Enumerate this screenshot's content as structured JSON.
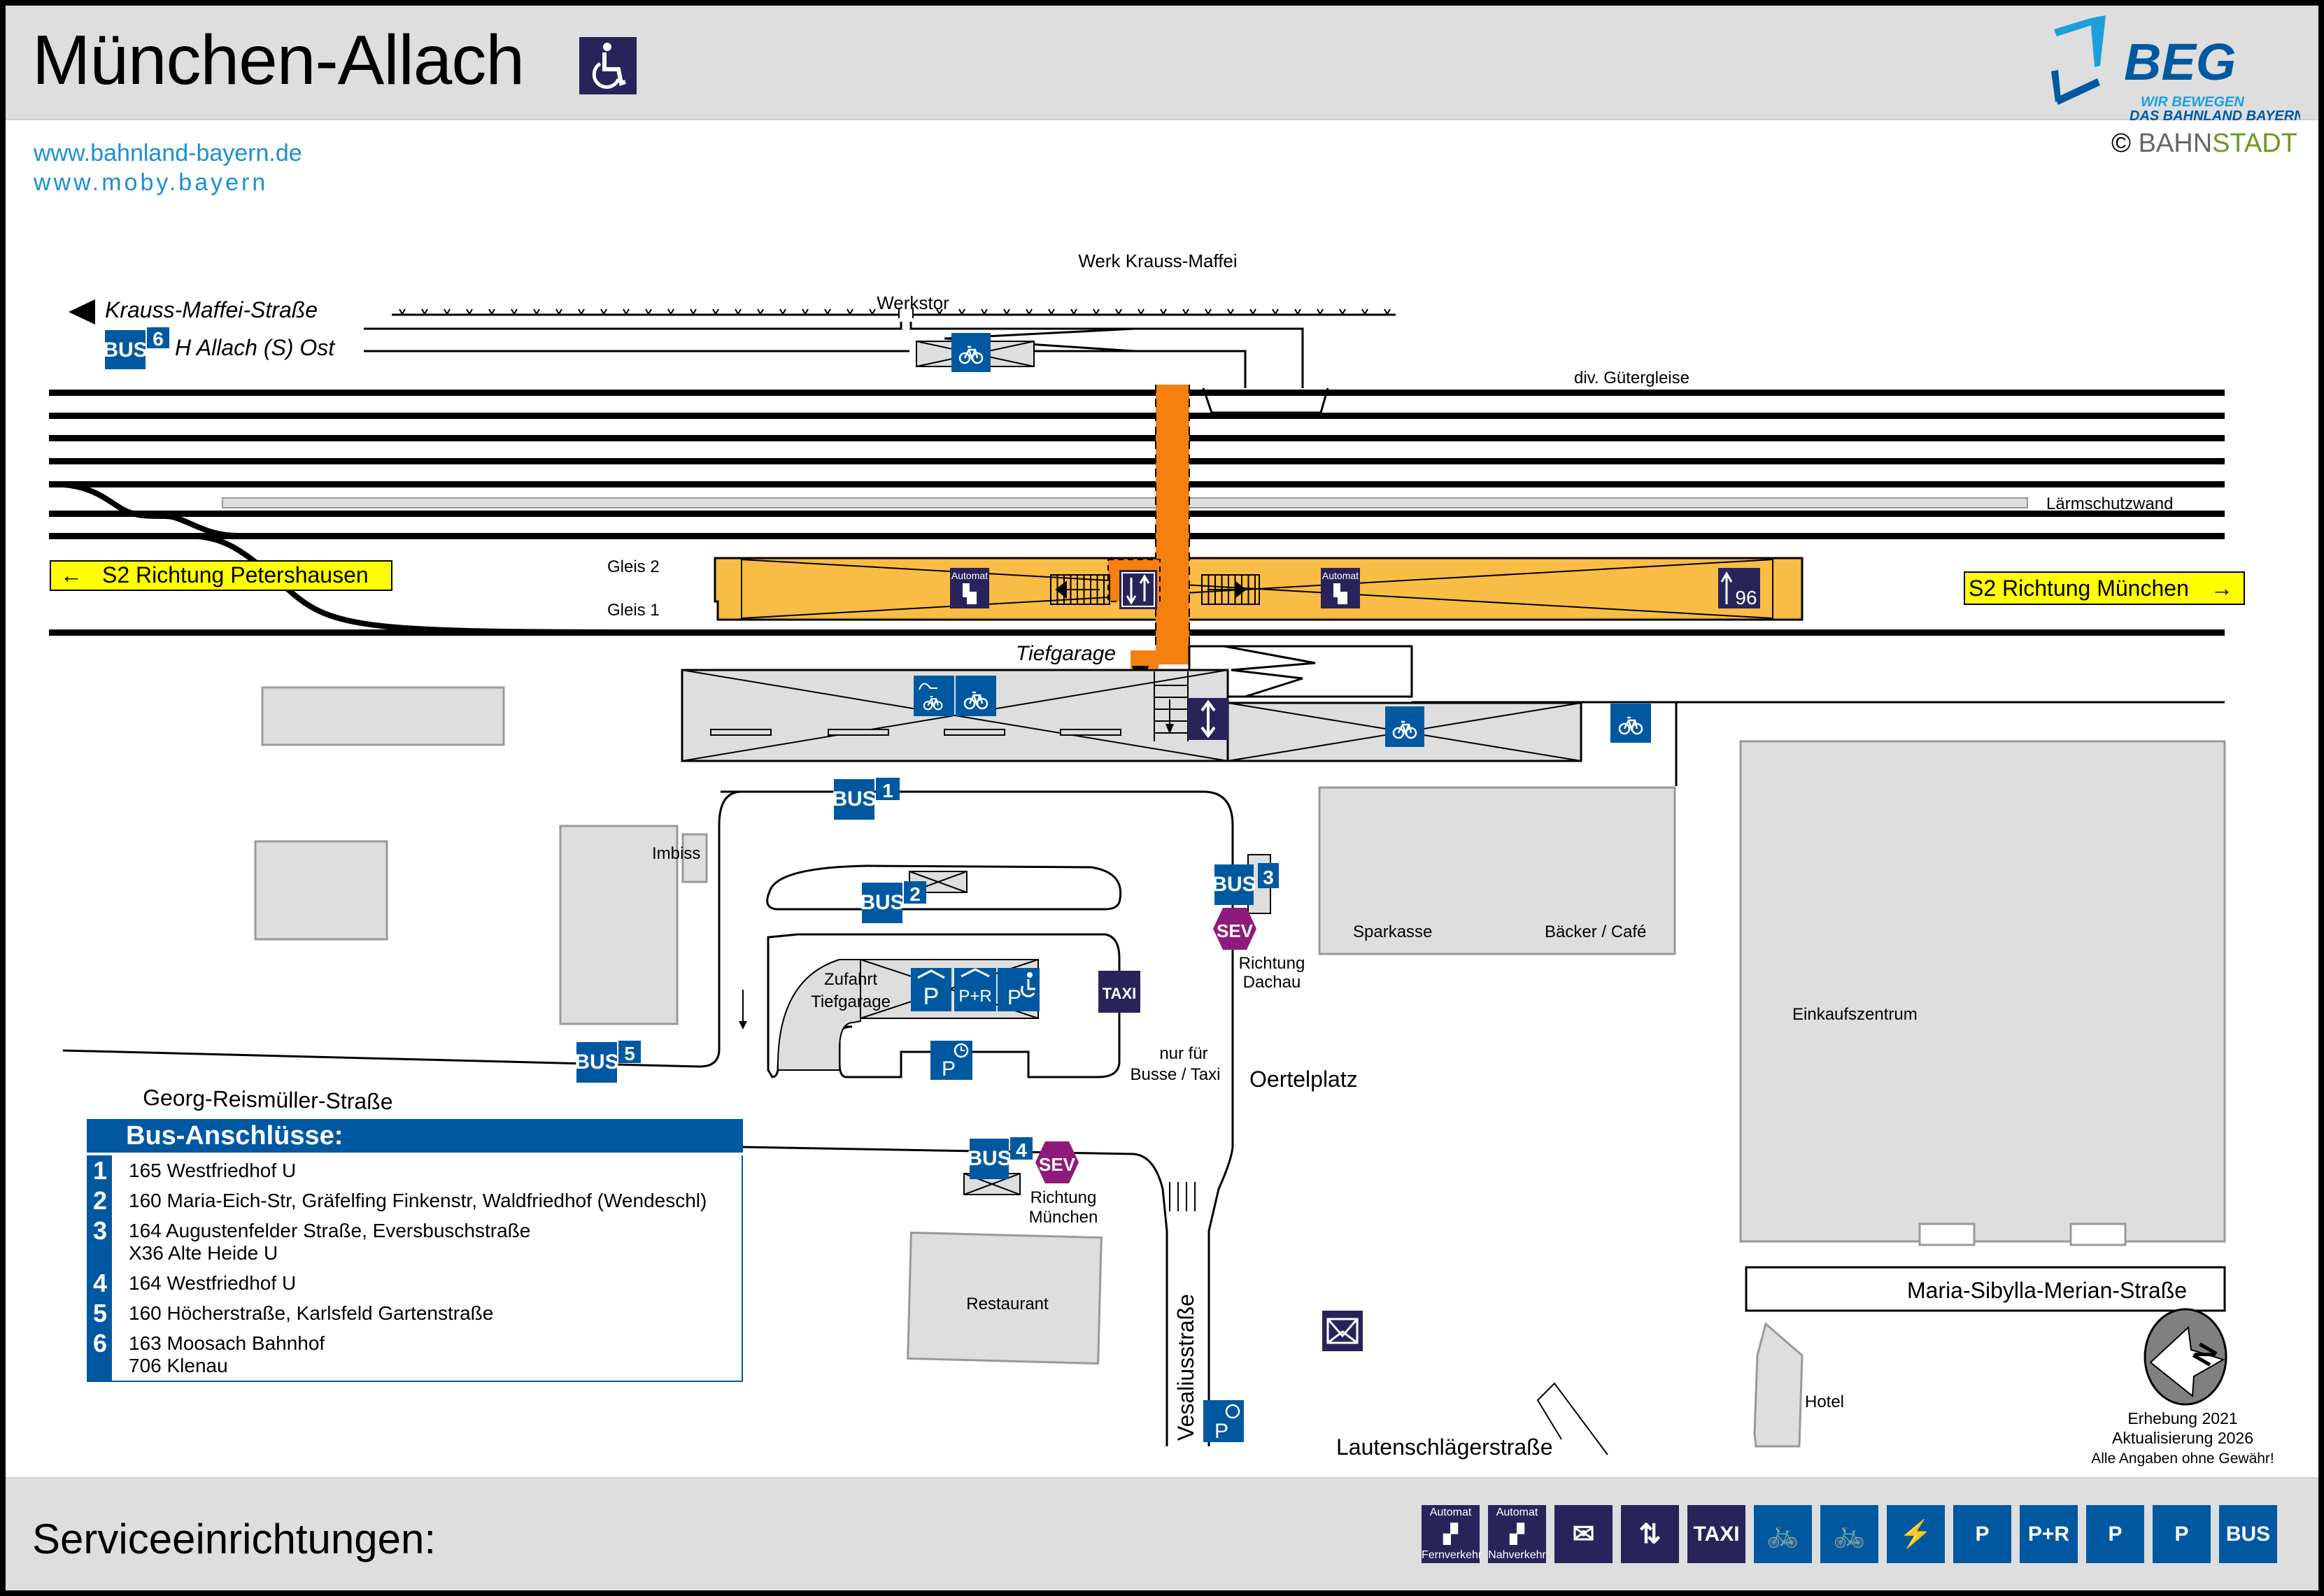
{
  "header": {
    "title": "München-Allach",
    "accessibility_icon": "wheelchair-icon",
    "links": [
      "www.bahnland-bayern.de",
      "www.moby.bayern"
    ],
    "logo": {
      "name": "BEG",
      "tagline_1": "WIR BEWEGEN",
      "tagline_2": "DAS BAHNLAND BAYERN"
    },
    "copyright": {
      "symbol": "©",
      "part1": "BAHN",
      "part2": "STADT"
    }
  },
  "colors": {
    "platform": "#f9bc45",
    "underpass": "#f57f0f",
    "bus_blue": "#0059a0",
    "service_dark": "#28245a",
    "sev_purple": "#8e1b79",
    "direction_sign": "#ffff00",
    "building_gray": "#dedede",
    "link_blue": "#1b8fd6"
  },
  "map": {
    "labels": {
      "werk": "Werk Krauss-Maffei",
      "werkstor": "Werkstor",
      "krauss_maffei_strasse": "Krauss-Maffei-Straße",
      "h_allach_ost": "H Allach (S) Ost",
      "gueterg": "div. Gütergleise",
      "laermschutz": "Lärmschutzwand",
      "gleis2": "Gleis 2",
      "gleis1": "Gleis 1",
      "tiefgarage": "Tiefgarage",
      "imbiss": "Imbiss",
      "zufahrt_1": "Zufahrt",
      "zufahrt_2": "Tiefgarage",
      "sparkasse": "Sparkasse",
      "baecker": "Bäcker / Café",
      "einkaufszentrum": "Einkaufszentrum",
      "richtung_dachau_1": "Richtung",
      "richtung_dachau_2": "Dachau",
      "nur_fuer_1": "nur für",
      "nur_fuer_2": "Busse / Taxi",
      "oertelplatz": "Oertelplatz",
      "georg": "Georg-Reismüller-Straße",
      "richtung_muenchen_1": "Richtung",
      "richtung_muenchen_2": "München",
      "restaurant": "Restaurant",
      "vesalius": "Vesaliusstraße",
      "lautenschlaeger": "Lautenschlägerstraße",
      "maria_sibylla": "Maria-Sibylla-Merian-Straße",
      "hotel": "Hotel",
      "erhebung": "Erhebung 2021",
      "aktualisierung": "Aktualisierung 2026",
      "disclaimer": "Alle Angaben ohne Gewähr!"
    },
    "direction_signs": {
      "west": "S2 Richtung Petershausen",
      "east": "S2 Richtung München"
    },
    "platform_length_label": "96",
    "automat_label": "Automat",
    "taxi_label": "TAXI",
    "bus_label": "BUS",
    "sev_label": "SEV",
    "pr_label": "P+R",
    "p_label": "P",
    "bus_stops": [
      "1",
      "2",
      "3",
      "4",
      "5",
      "6"
    ]
  },
  "bus_connections": {
    "title": "Bus-Anschlüsse:",
    "rows": [
      {
        "stop": "1",
        "lines": [
          "165 Westfriedhof U"
        ]
      },
      {
        "stop": "2",
        "lines": [
          "160 Maria-Eich-Str, Gräfelfing Finkenstr, Waldfriedhof (Wendeschl)"
        ]
      },
      {
        "stop": "3",
        "lines": [
          "164 Augustenfelder Straße, Eversbuschstraße",
          "X36 Alte Heide U"
        ]
      },
      {
        "stop": "4",
        "lines": [
          "164 Westfriedhof U"
        ]
      },
      {
        "stop": "5",
        "lines": [
          "160 Höcherstraße, Karlsfeld Gartenstraße"
        ]
      },
      {
        "stop": "6",
        "lines": [
          "163 Moosach Bahnhof",
          "706 Klenau"
        ]
      }
    ]
  },
  "footer": {
    "title": "Serviceeinrichtungen:",
    "icons": [
      {
        "name": "ticket-machine-long-distance-icon",
        "top": "Automat",
        "bottom": "Fernverkehr",
        "style": "dark"
      },
      {
        "name": "ticket-machine-regional-icon",
        "top": "Automat",
        "bottom": "Nahverkehr",
        "style": "dark"
      },
      {
        "name": "mailbox-icon",
        "style": "dark"
      },
      {
        "name": "elevator-icon",
        "style": "dark"
      },
      {
        "name": "taxi-icon",
        "label": "TAXI",
        "style": "dark"
      },
      {
        "name": "covered-bike-parking-icon",
        "style": "blue"
      },
      {
        "name": "bike-parking-icon",
        "style": "blue"
      },
      {
        "name": "ebike-charging-icon",
        "style": "blue"
      },
      {
        "name": "disabled-parking-icon",
        "label": "P",
        "style": "blue"
      },
      {
        "name": "park-and-ride-icon",
        "label": "P+R",
        "style": "blue"
      },
      {
        "name": "parking-garage-icon",
        "label": "P",
        "style": "blue"
      },
      {
        "name": "short-term-parking-icon",
        "label": "P",
        "style": "blue"
      },
      {
        "name": "bus-icon",
        "label": "BUS",
        "style": "blue"
      }
    ]
  }
}
